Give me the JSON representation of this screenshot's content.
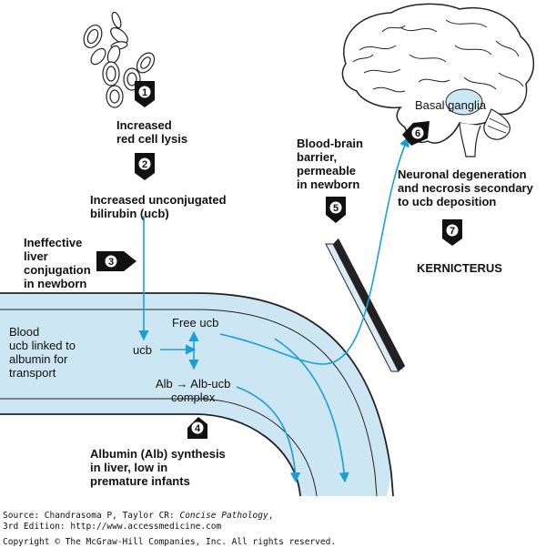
{
  "steps": [
    {
      "num": "1",
      "lines": [
        "Increased",
        "red cell lysis"
      ]
    },
    {
      "num": "2",
      "lines": [
        "Increased unconjugated",
        "bilirubin (ucb)"
      ]
    },
    {
      "num": "3",
      "lines": [
        "Ineffective",
        "liver",
        "conjugation",
        "in newborn"
      ]
    },
    {
      "num": "4",
      "lines": [
        "Albumin (Alb) synthesis",
        "in liver, low in",
        "premature infants"
      ]
    },
    {
      "num": "5",
      "lines": [
        "Blood-brain",
        "barrier,",
        "permeable",
        "in newborn"
      ]
    },
    {
      "num": "6",
      "lines": [
        "Basal ganglia"
      ]
    },
    {
      "num": "7",
      "lines": [
        "KERNICTERUS"
      ]
    }
  ],
  "neuronal": [
    "Neuronal degeneration",
    "and necrosis secondary",
    "to ucb deposition"
  ],
  "blood": [
    "Blood",
    "ucb linked to",
    "albumin for",
    "transport"
  ],
  "free_ucb": "Free ucb",
  "ucb": "ucb",
  "alb_complex": [
    "Alb → Alb-ucb",
    "complex"
  ],
  "source": {
    "prefix": "Source: Chandrasoma P, Taylor CR: ",
    "title": "Concise Pathology",
    "suffix": ",",
    "edition": "3rd Edition: http://www.accessmedicine.com"
  },
  "copyright": "Copyright © The McGraw-Hill Companies, Inc. All rights reserved.",
  "colors": {
    "vessel": "#cde6f3",
    "arrow": "#1a9fd4",
    "badge": "#111111"
  }
}
